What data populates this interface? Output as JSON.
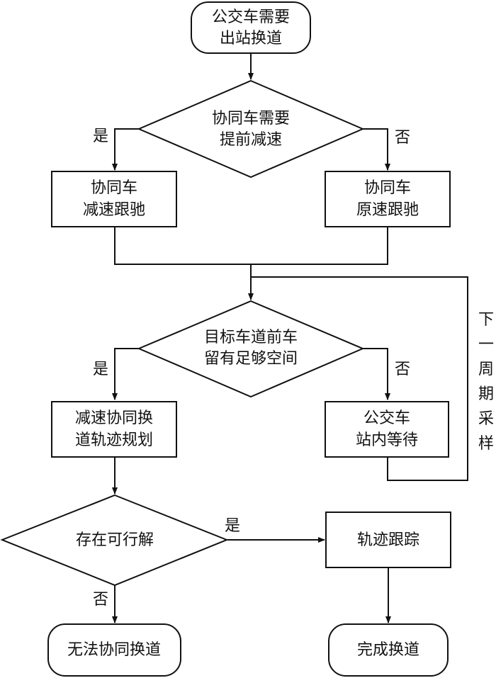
{
  "diagram": {
    "nodes": {
      "start": {
        "shape": "terminal",
        "lines": [
          "公交车需要",
          "出站换道"
        ]
      },
      "decision1": {
        "shape": "decision",
        "lines": [
          "协同车需要",
          "提前减速"
        ]
      },
      "slowFollow": {
        "shape": "process",
        "lines": [
          "协同车",
          "减速跟驰"
        ]
      },
      "keepFollow": {
        "shape": "process",
        "lines": [
          "协同车",
          "原速跟驰"
        ]
      },
      "decision2": {
        "shape": "decision",
        "lines": [
          "目标车道前车",
          "留有足够空间"
        ]
      },
      "planning": {
        "shape": "process",
        "lines": [
          "减速协同换",
          "道轨迹规划"
        ]
      },
      "wait": {
        "shape": "process",
        "lines": [
          "公交车",
          "站内等待"
        ]
      },
      "decision3": {
        "shape": "decision",
        "lines": [
          "存在可行解"
        ]
      },
      "tracking": {
        "shape": "process",
        "lines": [
          "轨迹跟踪"
        ]
      },
      "fail": {
        "shape": "terminal",
        "lines": [
          "无法协同换道"
        ]
      },
      "done": {
        "shape": "terminal",
        "lines": [
          "完成换道"
        ]
      }
    },
    "edge_labels": {
      "d1_yes": "是",
      "d1_no": "否",
      "d2_yes": "是",
      "d2_no": "否",
      "d3_yes": "是",
      "d3_no": "否"
    },
    "loop_label": [
      "下",
      "一",
      "周",
      "期",
      "采",
      "样"
    ]
  }
}
